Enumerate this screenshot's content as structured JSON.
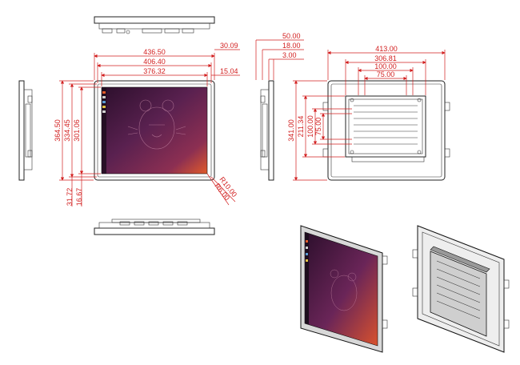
{
  "colors": {
    "dimension": "#d21f1f",
    "outline": "#222222",
    "screen_dark": "#3a1436",
    "screen_purple": "#6e2a5e",
    "screen_orange": "#e15a2a"
  },
  "front_view": {
    "widths": {
      "outer": "436.50",
      "middle": "406.40",
      "inner": "376.32"
    },
    "heights": {
      "outer": "364.50",
      "middle": "334.45",
      "inner": "301.06"
    },
    "right_offset": "30.09",
    "top_offset": "15.04",
    "bottom_offsets": [
      "31.72",
      "16.67"
    ],
    "corner_radii": [
      "R10.00",
      "R6.00"
    ]
  },
  "side_view": {
    "depths": [
      "50.00",
      "18.00",
      "3.00"
    ]
  },
  "rear_view": {
    "widths": [
      "413.00",
      "306.81",
      "100.00",
      "75.00"
    ],
    "heights": [
      "341.00",
      "211.34",
      "100.00",
      "75.00"
    ]
  },
  "icons": [
    "ubuntu-rat-logo-icon"
  ]
}
